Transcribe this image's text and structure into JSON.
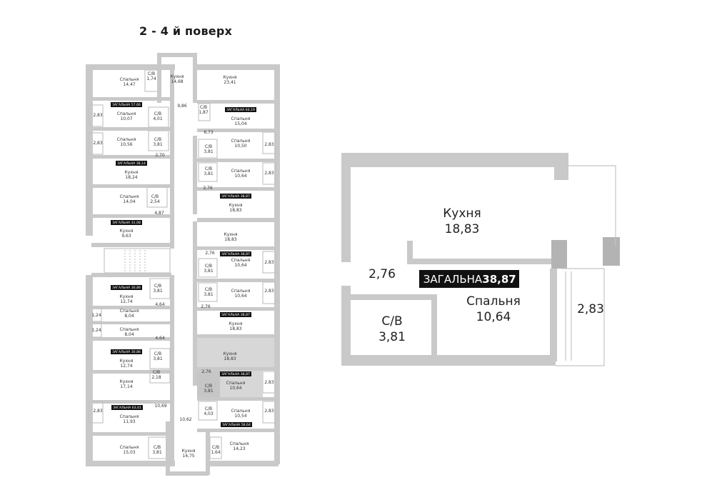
{
  "floor_title": "2 - 4 й поверх",
  "colors": {
    "wall": "#c9c9c9",
    "selected": "#d7d7d7",
    "badge": "#111111"
  },
  "floor_labels": [
    {
      "name": "Спальня",
      "value": "14,47"
    },
    {
      "name": "С/В",
      "value": "1,74"
    },
    {
      "name": "Кухня",
      "value": "14,68"
    },
    {
      "name": "Кухня",
      "value": "23,41"
    },
    {
      "name": "ЗАГАЛЬНА",
      "value": "57,66"
    },
    {
      "name": "Спальня",
      "value": "10,07"
    },
    {
      "name": "С/В",
      "value": "4,01"
    },
    {
      "name": "",
      "value": "9,86"
    },
    {
      "name": "С/В",
      "value": "1,87"
    },
    {
      "name": "ЗАГАЛЬНА",
      "value": "64,19"
    },
    {
      "name": "Спальня",
      "value": "15,04"
    },
    {
      "name": "",
      "value": "2,83"
    },
    {
      "name": "",
      "value": "6,73"
    },
    {
      "name": "Спальня",
      "value": "10,56"
    },
    {
      "name": "С/В",
      "value": "3,81"
    },
    {
      "name": "",
      "value": "2,83"
    },
    {
      "name": "С/В",
      "value": "3,81"
    },
    {
      "name": "Спальня",
      "value": "10,50"
    },
    {
      "name": "",
      "value": "2,83"
    },
    {
      "name": "",
      "value": "2,70"
    },
    {
      "name": "ЗАГАЛЬНА",
      "value": "38,14"
    },
    {
      "name": "Кухня",
      "value": "18,24"
    },
    {
      "name": "С/В",
      "value": "3,81"
    },
    {
      "name": "Спальня",
      "value": "10,64"
    },
    {
      "name": "",
      "value": "2,83"
    },
    {
      "name": "",
      "value": "2,76"
    },
    {
      "name": "Спальня",
      "value": "14,04"
    },
    {
      "name": "С/В",
      "value": "2,54"
    },
    {
      "name": "ЗАГАЛЬНА",
      "value": "38,87"
    },
    {
      "name": "Кухня",
      "value": "18,83"
    },
    {
      "name": "",
      "value": "4,87"
    },
    {
      "name": "ЗАГАЛЬНА",
      "value": "31,08"
    },
    {
      "name": "Кухня",
      "value": "9,63"
    },
    {
      "name": "Кухня",
      "value": "18,83"
    },
    {
      "name": "",
      "value": "2,76"
    },
    {
      "name": "ЗАГАЛЬНА",
      "value": "38,87"
    },
    {
      "name": "С/В",
      "value": "3,81"
    },
    {
      "name": "Спальня",
      "value": "10,64"
    },
    {
      "name": "",
      "value": "2,83"
    },
    {
      "name": "ЗАГАЛЬНА",
      "value": "30,86"
    },
    {
      "name": "С/В",
      "value": "3,81"
    },
    {
      "name": "Кухня",
      "value": "12,74"
    },
    {
      "name": "С/В",
      "value": "3,81"
    },
    {
      "name": "Спальня",
      "value": "10,64"
    },
    {
      "name": "",
      "value": "2,83"
    },
    {
      "name": "",
      "value": "4,64"
    },
    {
      "name": "",
      "value": "2,76"
    },
    {
      "name": "ЗАГАЛЬНА",
      "value": "38,87"
    },
    {
      "name": "",
      "value": "1,24"
    },
    {
      "name": "Спальня",
      "value": "8,04"
    },
    {
      "name": "Кухня",
      "value": "18,83"
    },
    {
      "name": "",
      "value": "1,24"
    },
    {
      "name": "Спальня",
      "value": "8,04"
    },
    {
      "name": "",
      "value": "4,64"
    },
    {
      "name": "ЗАГАЛЬНА",
      "value": "30,86"
    },
    {
      "name": "С/В",
      "value": "3,81"
    },
    {
      "name": "Кухня",
      "value": "12,74"
    },
    {
      "name": "Кухня",
      "value": "18,83"
    },
    {
      "name": "",
      "value": "2,76"
    },
    {
      "name": "ЗАГАЛЬНА",
      "value": "38,87"
    },
    {
      "name": "С/В",
      "value": "2,18"
    },
    {
      "name": "Кухня",
      "value": "17,14"
    },
    {
      "name": "С/В",
      "value": "3,81"
    },
    {
      "name": "Спальня",
      "value": "10,64"
    },
    {
      "name": "",
      "value": "2,83"
    },
    {
      "name": "ЗАГАЛЬНА",
      "value": "63,61"
    },
    {
      "name": "",
      "value": "10,69"
    },
    {
      "name": "",
      "value": "2,83"
    },
    {
      "name": "Спальня",
      "value": "11,93"
    },
    {
      "name": "С/В",
      "value": "4,03"
    },
    {
      "name": "Спальня",
      "value": "10,54"
    },
    {
      "name": "",
      "value": "2,83"
    },
    {
      "name": "",
      "value": "10,62"
    },
    {
      "name": "ЗАГАЛЬНА",
      "value": "58,64"
    },
    {
      "name": "Спальня",
      "value": "15,03"
    },
    {
      "name": "С/В",
      "value": "3,81"
    },
    {
      "name": "Кухня",
      "value": "14,75"
    },
    {
      "name": "С/В",
      "value": "1,64"
    },
    {
      "name": "Спальня",
      "value": "14,23"
    }
  ],
  "detail": {
    "kitchen_name": "Кухня",
    "kitchen_area": "18,83",
    "corridor_area": "2,76",
    "total_label": "ЗАГАЛЬНА",
    "total_area": "38,87",
    "bathroom_name": "С/В",
    "bathroom_area": "3,81",
    "bedroom_name": "Спальня",
    "bedroom_area": "10,64",
    "balcony_area": "2,83"
  }
}
